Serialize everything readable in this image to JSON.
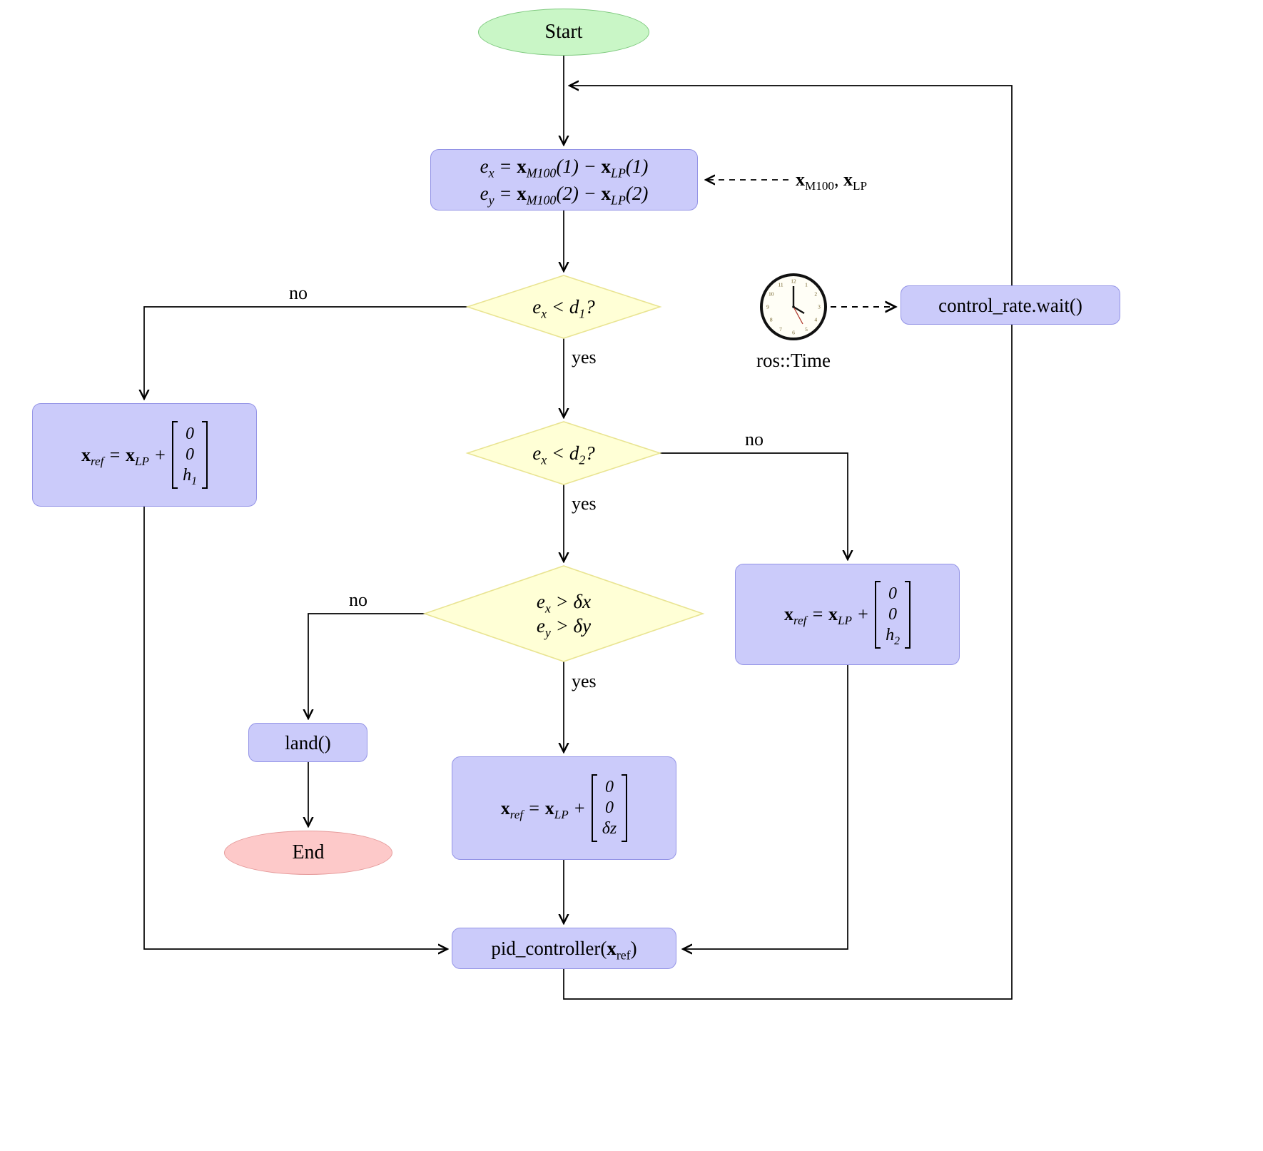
{
  "diagram": {
    "type": "flowchart",
    "nodes": {
      "start": {
        "label": "Start"
      },
      "compute_error": {
        "line1": "e_{x} = **x**_{M100}(1) − **x**_{LP}(1)",
        "line2": "e_{y} = **x**_{M100}(2) − **x**_{LP}(2)"
      },
      "decision_d1": {
        "label": "e_{x} < d_{1}?"
      },
      "decision_d2": {
        "label": "e_{x} < d_{2}?"
      },
      "decision_delta": {
        "line1": "e_{x} > δx",
        "line2": "e_{y} > δy"
      },
      "ref_h1": {
        "prefix": "**x**_{ref} = **x**_{LP} +",
        "vector": [
          "0",
          "0",
          "h_{1}"
        ]
      },
      "ref_h2": {
        "prefix": "**x**_{ref} = **x**_{LP} +",
        "vector": [
          "0",
          "0",
          "h_{2}"
        ]
      },
      "ref_dz": {
        "prefix": "**x**_{ref} = **x**_{LP} +",
        "vector": [
          "0",
          "0",
          "δz"
        ]
      },
      "land": {
        "label": "land()"
      },
      "end": {
        "label": "End"
      },
      "pid": {
        "label": "pid_controller(**x**_{ref})"
      },
      "control_rate": {
        "label": "control_rate.wait()"
      },
      "ros_time": {
        "label": "ros::Time"
      }
    },
    "edge_labels": {
      "d1_no": "no",
      "d1_yes": "yes",
      "d2_no": "no",
      "d2_yes": "yes",
      "d3_no": "no",
      "d3_yes": "yes",
      "sensor_inputs": "**x**_{M100}, **x**_{LP}"
    },
    "colors": {
      "process_fill": "#cbcbfa",
      "process_stroke": "#9494e6",
      "decision_fill": "#ffffd6",
      "decision_stroke": "#e9e492",
      "start_fill": "#c9f6c6",
      "start_stroke": "#7fc97f",
      "end_fill": "#fdc9c9",
      "end_stroke": "#e59a9a",
      "edge": "#000000"
    }
  }
}
